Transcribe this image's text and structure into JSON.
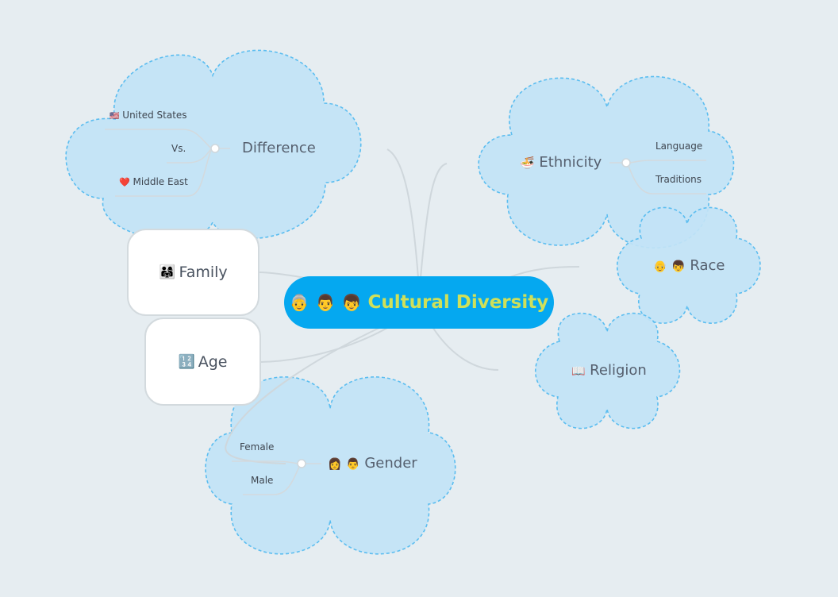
{
  "central": {
    "title": "Cultural Diversity",
    "icons": [
      "👵",
      "👨",
      "👦"
    ]
  },
  "topics": {
    "difference": {
      "label": "Difference",
      "children": [
        {
          "icon": "🇺🇸",
          "label": "United States"
        },
        {
          "icon": "",
          "label": "Vs."
        },
        {
          "icon": "❤️",
          "label": "Middle East"
        }
      ]
    },
    "ethnicity": {
      "label": "Ethnicity",
      "icon": "🍜",
      "children": [
        {
          "label": "Language"
        },
        {
          "label": "Traditions"
        }
      ]
    },
    "race": {
      "label": "Race",
      "icons": [
        "👴",
        "👦"
      ]
    },
    "religion": {
      "label": "Religion",
      "icon": "📖"
    },
    "family": {
      "label": "Family",
      "icon": "👨‍👩‍👧"
    },
    "age": {
      "label": "Age",
      "icon": "🔢"
    },
    "gender": {
      "label": "Gender",
      "icons": [
        "👩",
        "👨"
      ],
      "children": [
        {
          "label": "Female"
        },
        {
          "label": "Male"
        }
      ]
    }
  },
  "colors": {
    "background": "#e6edf1",
    "central_fill": "#05a8f0",
    "central_text": "#cfe05a",
    "cloud_fill": "#c2e3f6",
    "cloud_border": "#5bbdf0",
    "connector": "#cfd7dc"
  }
}
